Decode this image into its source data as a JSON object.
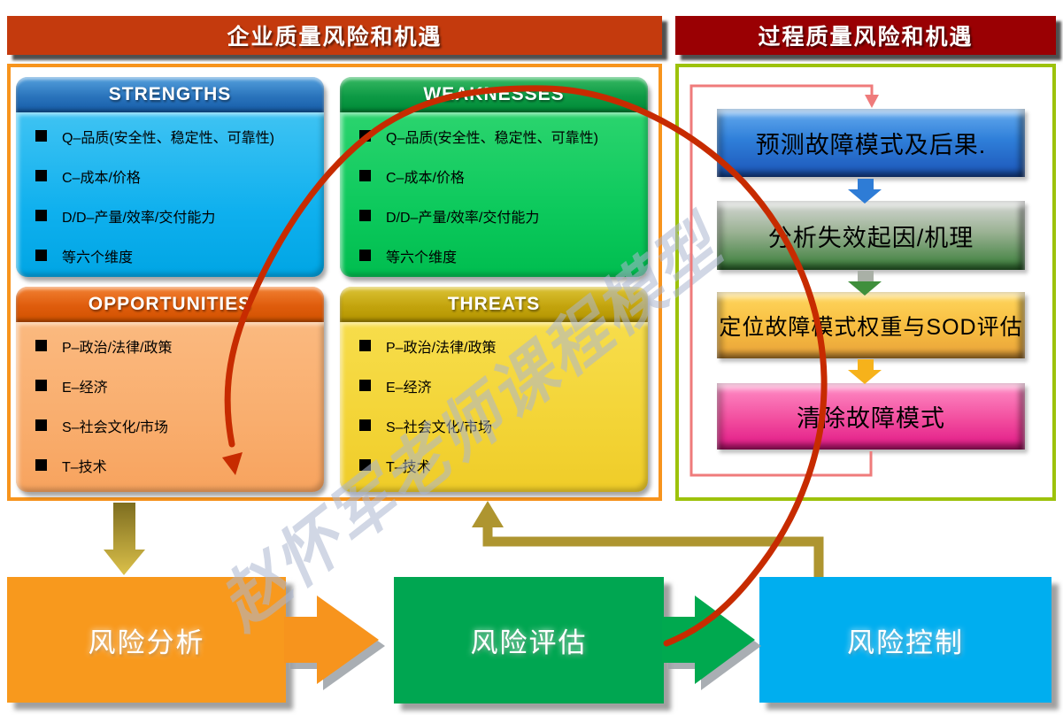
{
  "headers": {
    "left": "企业质量风险和机遇",
    "right": "过程质量风险和机遇"
  },
  "swot": {
    "strengths": {
      "title": "STRENGTHS",
      "items": [
        "Q–品质(安全性、稳定性、可靠性)",
        "C–成本/价格",
        "D/D–产量/效率/交付能力",
        "等六个维度"
      ]
    },
    "weaknesses": {
      "title": "WEAKNESSES",
      "items": [
        "Q–品质(安全性、稳定性、可靠性)",
        "C–成本/价格",
        "D/D–产量/效率/交付能力",
        "等六个维度"
      ]
    },
    "opportunities": {
      "title": "OPPORTUNITIES",
      "items": [
        "P–政治/法律/政策",
        "E–经济",
        "S–社会文化/市场",
        "T–技术"
      ]
    },
    "threats": {
      "title": "THREATS",
      "items": [
        "P–政治/法律/政策",
        "E–经济",
        "S–社会文化/市场",
        "T–技术"
      ]
    },
    "bullet_icon": "black-square"
  },
  "fmea": {
    "steps": [
      {
        "label": "预测故障模式及后果."
      },
      {
        "label": "分析失效起因/机理"
      },
      {
        "label": "定位故障模式权重与SOD评估"
      },
      {
        "label": "清除故障模式"
      }
    ]
  },
  "process": {
    "steps": [
      {
        "label": "风险分析"
      },
      {
        "label": "风险评估"
      },
      {
        "label": "风险控制"
      }
    ]
  },
  "watermark": {
    "text": "赵怀军老师课程模型"
  },
  "colors": {
    "left_title_bg": "#c43a0d",
    "right_title_bg": "#9a0003",
    "left_panel_border": "#f7941d",
    "right_panel_border": "#9dc20b",
    "strengths_body": "#0fb0ee",
    "weaknesses_body": "#0cc95c",
    "opportunities_body": "#f9ad6d",
    "threats_body": "#f3d436",
    "flow_blue": "#2f7fd9",
    "flow_gray_green": "#357b35",
    "flow_gold": "#f7bc3f",
    "flow_pink": "#e01786",
    "proc_orange": "#f8991d",
    "proc_green": "#00a651",
    "proc_cyan": "#00aeef",
    "red_arc": "#c72b00",
    "pink_loop": "#ef7b7b",
    "olive_connector": "#ae9530"
  }
}
